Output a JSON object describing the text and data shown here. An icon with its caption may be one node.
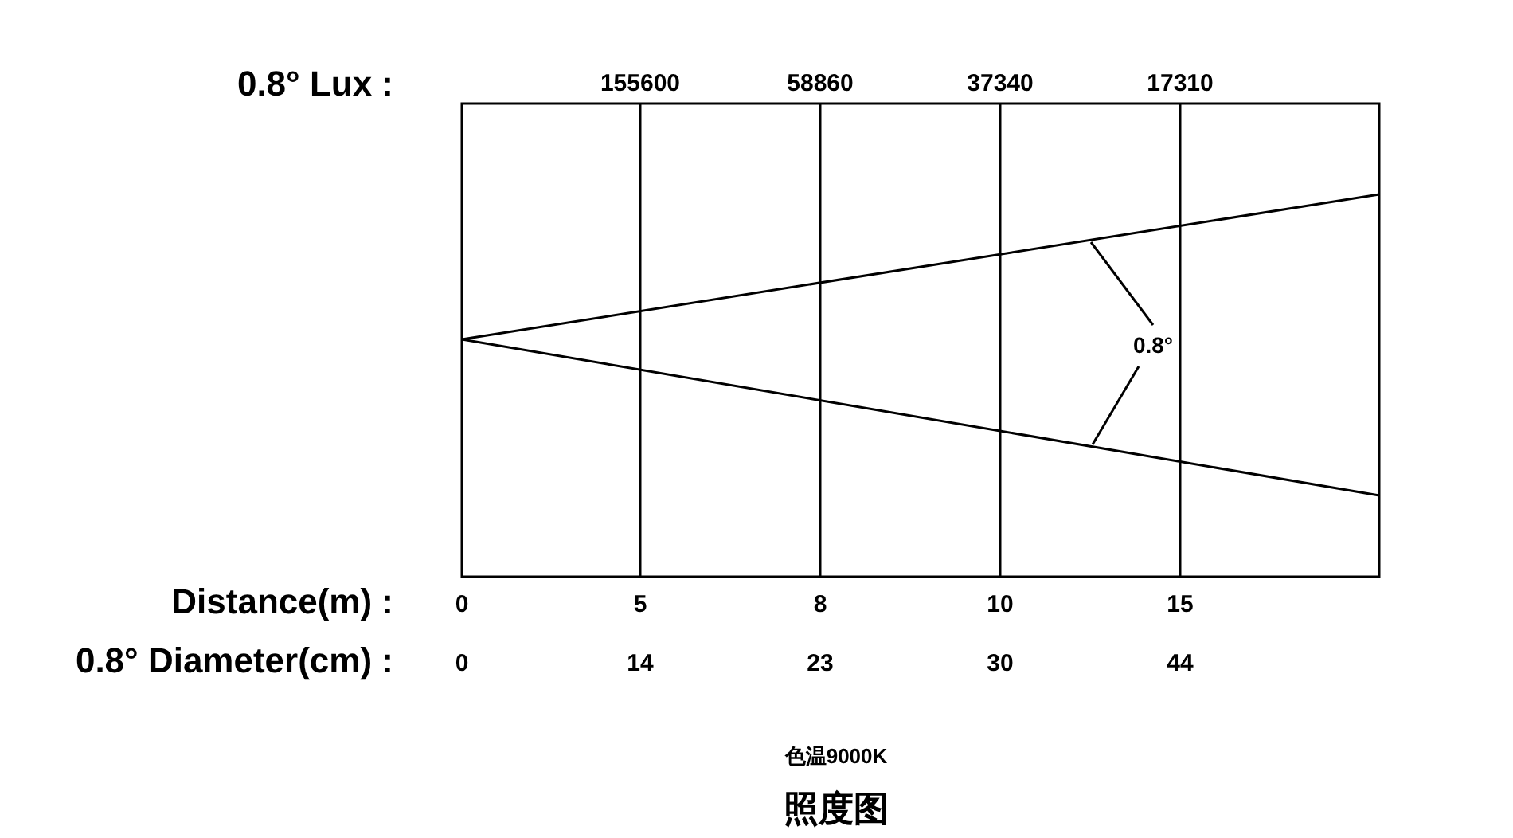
{
  "diagram": {
    "title": "照度图",
    "labels": [
      "0.8° Lux :",
      "155600",
      "58860",
      "37340",
      "17310",
      "0.8°",
      "Distance(m) :",
      "0",
      "5",
      "8",
      "10",
      "15",
      "0.8° Diameter(cm) :",
      "0",
      "14",
      "23",
      "30",
      "44",
      "色温9000K"
    ]
  }
}
